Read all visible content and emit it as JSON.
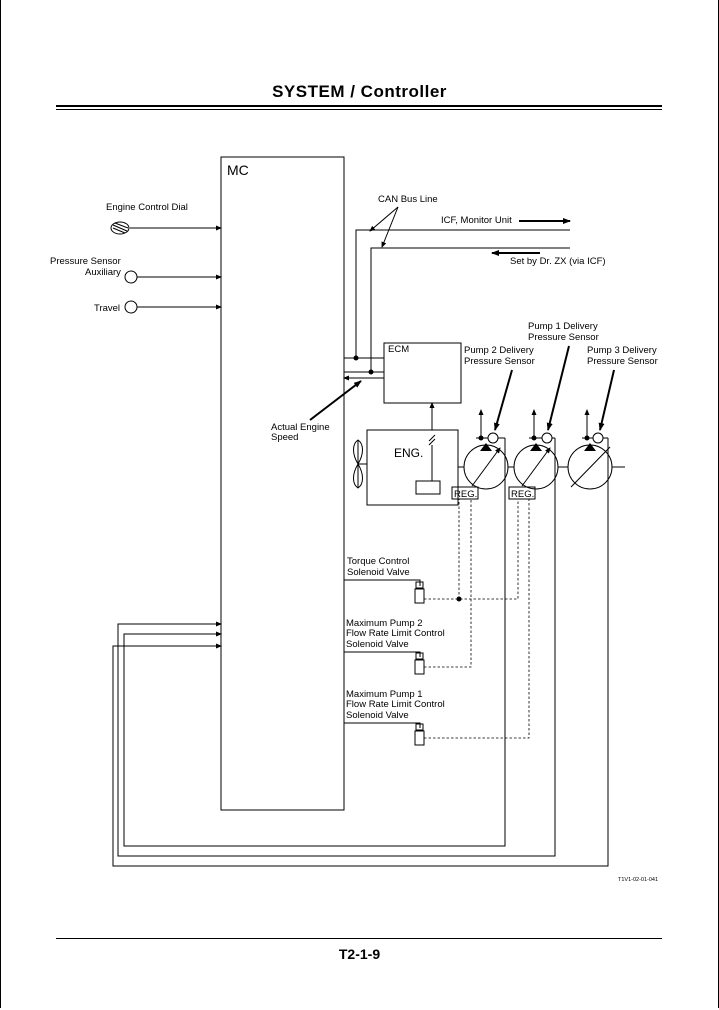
{
  "header": {
    "title": "SYSTEM / Controller"
  },
  "footer": {
    "page_number": "T2-1-9"
  },
  "diagram": {
    "mc": "MC",
    "ecm": "ECM",
    "eng": "ENG.",
    "can_bus": "CAN Bus Line",
    "icf_monitor": "ICF, Monitor Unit",
    "set_by_dr": "Set by Dr. ZX (via ICF)",
    "engine_control_dial": "Engine Control Dial",
    "pressure_sensor_line1": "Pressure Sensor",
    "pressure_sensor_line2": "Auxiliary",
    "travel": "Travel",
    "actual_engine_speed_line1": "Actual  Engine",
    "actual_engine_speed_line2": "Speed",
    "pump1_sensor_line1": "Pump 1 Delivery",
    "pump1_sensor_line2": "Pressure Sensor",
    "pump2_sensor_line1": "Pump 2 Delivery",
    "pump2_sensor_line2": "Pressure Sensor",
    "pump3_sensor_line1": "Pump 3 Delivery",
    "pump3_sensor_line2": "Pressure Sensor",
    "reg": "REG.",
    "torque_line1": "Torque  Control",
    "torque_line2": "Solenoid Valve",
    "max2_line1": "Maximum Pump 2",
    "max2_line2": "Flow Rate Limit Control",
    "max2_line3": "Solenoid Valve",
    "max1_line1": "Maximum Pump 1",
    "max1_line2": "Flow Rate Limit Control",
    "max1_line3": "Solenoid Valve",
    "figure_code": "T1V1-02-01-041"
  }
}
